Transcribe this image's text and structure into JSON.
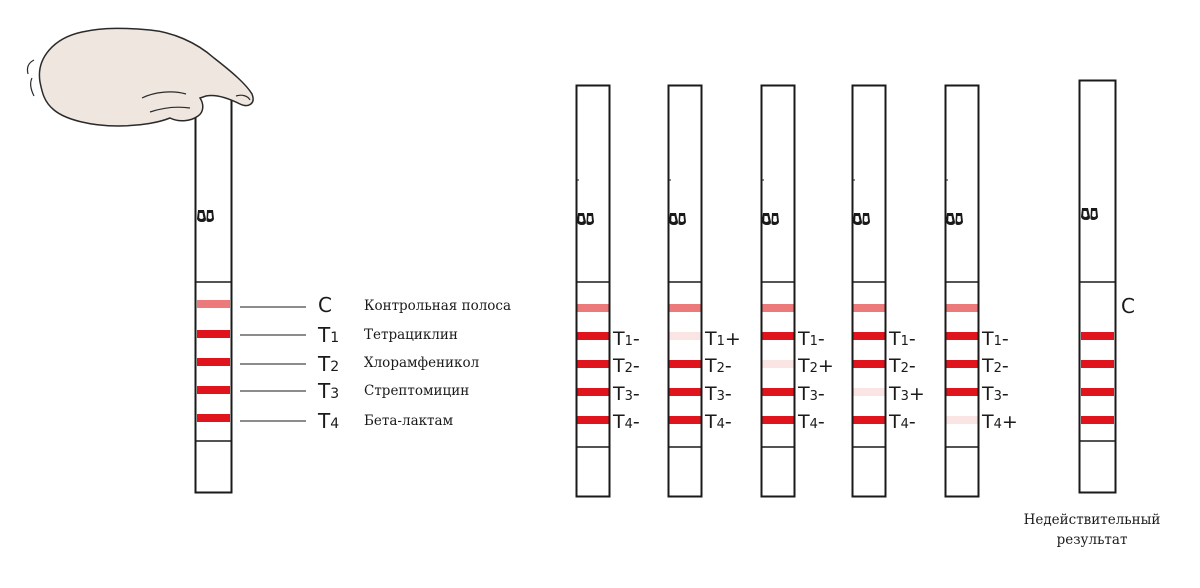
{
  "legend": {
    "rows": [
      {
        "code_main": "C",
        "code_sub": "",
        "name": "Контрольная полоса"
      },
      {
        "code_main": "T",
        "code_sub": "1",
        "name": "Тетрациклин"
      },
      {
        "code_main": "T",
        "code_sub": "2",
        "name": "Хлорамфеникол"
      },
      {
        "code_main": "T",
        "code_sub": "3",
        "name": "Стрептомицин"
      },
      {
        "code_main": "T",
        "code_sub": "4",
        "name": "Бета-лактам"
      }
    ]
  },
  "results": [
    {
      "labels": [
        {
          "main": "T",
          "sub": "1",
          "sign": "-"
        },
        {
          "main": "T",
          "sub": "2",
          "sign": "-"
        },
        {
          "main": "T",
          "sub": "3",
          "sign": "-"
        },
        {
          "main": "T",
          "sub": "4",
          "sign": "-"
        }
      ]
    },
    {
      "labels": [
        {
          "main": "T",
          "sub": "1",
          "sign": "+"
        },
        {
          "main": "T",
          "sub": "2",
          "sign": "-"
        },
        {
          "main": "T",
          "sub": "3",
          "sign": "-"
        },
        {
          "main": "T",
          "sub": "4",
          "sign": "-"
        }
      ]
    },
    {
      "labels": [
        {
          "main": "T",
          "sub": "1",
          "sign": "-"
        },
        {
          "main": "T",
          "sub": "2",
          "sign": "+"
        },
        {
          "main": "T",
          "sub": "3",
          "sign": "-"
        },
        {
          "main": "T",
          "sub": "4",
          "sign": "-"
        }
      ]
    },
    {
      "labels": [
        {
          "main": "T",
          "sub": "1",
          "sign": "-"
        },
        {
          "main": "T",
          "sub": "2",
          "sign": "-"
        },
        {
          "main": "T",
          "sub": "3",
          "sign": "+"
        },
        {
          "main": "T",
          "sub": "4",
          "sign": "-"
        }
      ]
    },
    {
      "labels": [
        {
          "main": "T",
          "sub": "1",
          "sign": "-"
        },
        {
          "main": "T",
          "sub": "2",
          "sign": "-"
        },
        {
          "main": "T",
          "sub": "3",
          "sign": "-"
        },
        {
          "main": "T",
          "sub": "4",
          "sign": "+"
        }
      ]
    }
  ],
  "invalid": {
    "control_label": "C",
    "caption_line1": "Недействительный",
    "caption_line2": "результат"
  },
  "colors": {
    "outline": "#1a1a1a",
    "control_band": "#ec7a7a",
    "test_band": "#e0141c",
    "faint_band": "#fbe4e4",
    "hand_fill": "#efe6df"
  }
}
